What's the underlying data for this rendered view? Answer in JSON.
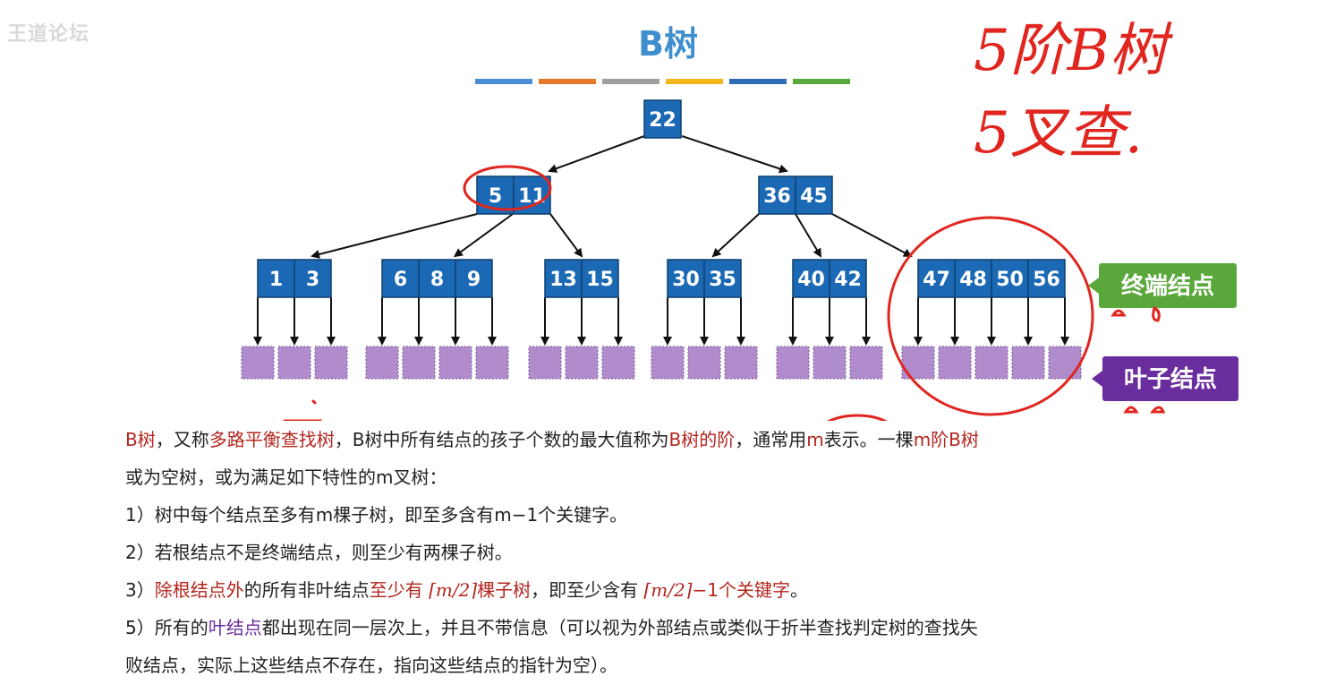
{
  "watermark": "王道论坛",
  "title": "B树",
  "colors": {
    "title": "#3f8fcf",
    "node_fill": "#1b69b5",
    "node_border": "#0f3f6e",
    "leaf_fill": "#b08ccc",
    "terminal_label_bg": "#5aa83b",
    "leaf_label_bg": "#6a2d9e",
    "highlight_red": "#b3261e",
    "handwriting": "#e0261f",
    "title_bar": [
      "#4a8fd4",
      "#e6782a",
      "#9e9e9e",
      "#f2b51b",
      "#2f6db5",
      "#5aa83b"
    ]
  },
  "tree": {
    "root": [
      "22"
    ],
    "level2": [
      [
        "5",
        "11"
      ],
      [
        "36",
        "45"
      ]
    ],
    "level3": [
      [
        "1",
        "3"
      ],
      [
        "6",
        "8",
        "9"
      ],
      [
        "13",
        "15"
      ],
      [
        "30",
        "35"
      ],
      [
        "40",
        "42"
      ],
      [
        "47",
        "48",
        "50",
        "56"
      ]
    ]
  },
  "labels": {
    "terminal": "终端结点",
    "leaf": "叶子结点"
  },
  "handwriting": {
    "line1": "5阶B树",
    "line2": "5叉查."
  },
  "text": {
    "p1_a": "B树",
    "p1_b": "，又称",
    "p1_c": "多路平衡查找树",
    "p1_d": "，B树中所有结点的孩子个数的最大值称为",
    "p1_e": "B树的阶",
    "p1_f": "，通常用",
    "p1_g": "m",
    "p1_h": "表示。一棵",
    "p1_i": "m阶B树",
    "p2": "或为空树，或为满足如下特性的m叉树：",
    "r1": "1）树中每个结点至多有m棵子树，即至多含有m−1个关键字。",
    "r2": "2）若根结点不是终端结点，则至少有两棵子树。",
    "r3_a": "3）",
    "r3_b": "除根结点外",
    "r3_c": "的所有非叶结点",
    "r3_d": "至少有",
    "r3_e": "⌈m/2⌉",
    "r3_f": "棵子树",
    "r3_g": "，即至少含有",
    "r3_h": "⌈m/2⌉",
    "r3_i": "−1个关键字",
    "r3_j": "。",
    "r5_a": "5）所有的",
    "r5_b": "叶结点",
    "r5_c": "都出现在同一层次上，并且不带信息（可以视为外部结点或类似于折半查找判定树的查找失",
    "r5_d": "败结点，实际上这些结点不存在，指向这些结点的指针为空）。"
  }
}
